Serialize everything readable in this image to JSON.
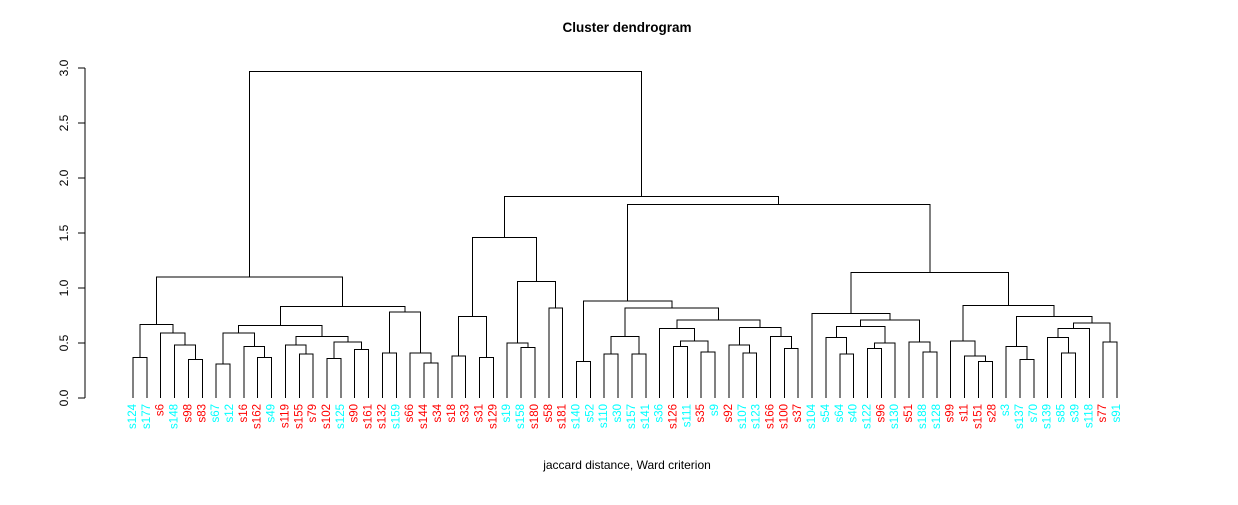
{
  "chart_data": {
    "type": "dendrogram",
    "title": "Cluster dendrogram",
    "subtitle": "jaccard distance, Ward criterion",
    "ylabel": "",
    "ylim": [
      0.0,
      3.0
    ],
    "yticks": [
      "0.0",
      "0.5",
      "1.0",
      "1.5",
      "2.0",
      "2.5",
      "3.0"
    ],
    "grid": "off",
    "line_color": "#000000",
    "leaf_colors": {
      "red": "#FF0000",
      "cyan": "#00FFFF"
    },
    "leaves": [
      {
        "label": "s124",
        "color": "cyan"
      },
      {
        "label": "s177",
        "color": "cyan"
      },
      {
        "label": "s6",
        "color": "red"
      },
      {
        "label": "s148",
        "color": "cyan"
      },
      {
        "label": "s98",
        "color": "red"
      },
      {
        "label": "s83",
        "color": "red"
      },
      {
        "label": "s67",
        "color": "cyan"
      },
      {
        "label": "s12",
        "color": "cyan"
      },
      {
        "label": "s16",
        "color": "red"
      },
      {
        "label": "s162",
        "color": "red"
      },
      {
        "label": "s49",
        "color": "cyan"
      },
      {
        "label": "s119",
        "color": "red"
      },
      {
        "label": "s155",
        "color": "red"
      },
      {
        "label": "s79",
        "color": "red"
      },
      {
        "label": "s102",
        "color": "red"
      },
      {
        "label": "s125",
        "color": "cyan"
      },
      {
        "label": "s90",
        "color": "red"
      },
      {
        "label": "s161",
        "color": "red"
      },
      {
        "label": "s132",
        "color": "red"
      },
      {
        "label": "s159",
        "color": "cyan"
      },
      {
        "label": "s66",
        "color": "red"
      },
      {
        "label": "s144",
        "color": "red"
      },
      {
        "label": "s34",
        "color": "red"
      },
      {
        "label": "s18",
        "color": "red"
      },
      {
        "label": "s33",
        "color": "red"
      },
      {
        "label": "s31",
        "color": "red"
      },
      {
        "label": "s129",
        "color": "red"
      },
      {
        "label": "s19",
        "color": "cyan"
      },
      {
        "label": "s158",
        "color": "cyan"
      },
      {
        "label": "s180",
        "color": "red"
      },
      {
        "label": "s58",
        "color": "red"
      },
      {
        "label": "s181",
        "color": "red"
      },
      {
        "label": "s140",
        "color": "cyan"
      },
      {
        "label": "s52",
        "color": "cyan"
      },
      {
        "label": "s110",
        "color": "cyan"
      },
      {
        "label": "s30",
        "color": "cyan"
      },
      {
        "label": "s157",
        "color": "cyan"
      },
      {
        "label": "s141",
        "color": "cyan"
      },
      {
        "label": "s36",
        "color": "cyan"
      },
      {
        "label": "s126",
        "color": "red"
      },
      {
        "label": "s111",
        "color": "cyan"
      },
      {
        "label": "s35",
        "color": "red"
      },
      {
        "label": "s9",
        "color": "cyan"
      },
      {
        "label": "s92",
        "color": "red"
      },
      {
        "label": "s107",
        "color": "cyan"
      },
      {
        "label": "s123",
        "color": "cyan"
      },
      {
        "label": "s166",
        "color": "red"
      },
      {
        "label": "s100",
        "color": "red"
      },
      {
        "label": "s37",
        "color": "red"
      },
      {
        "label": "s104",
        "color": "cyan"
      },
      {
        "label": "s54",
        "color": "cyan"
      },
      {
        "label": "s64",
        "color": "cyan"
      },
      {
        "label": "s40",
        "color": "cyan"
      },
      {
        "label": "s122",
        "color": "cyan"
      },
      {
        "label": "s96",
        "color": "red"
      },
      {
        "label": "s130",
        "color": "cyan"
      },
      {
        "label": "s51",
        "color": "red"
      },
      {
        "label": "s188",
        "color": "cyan"
      },
      {
        "label": "s128",
        "color": "cyan"
      },
      {
        "label": "s99",
        "color": "red"
      },
      {
        "label": "s11",
        "color": "red"
      },
      {
        "label": "s151",
        "color": "red"
      },
      {
        "label": "s28",
        "color": "red"
      },
      {
        "label": "s3",
        "color": "cyan"
      },
      {
        "label": "s137",
        "color": "cyan"
      },
      {
        "label": "s70",
        "color": "cyan"
      },
      {
        "label": "s139",
        "color": "cyan"
      },
      {
        "label": "s85",
        "color": "cyan"
      },
      {
        "label": "s39",
        "color": "cyan"
      },
      {
        "label": "s118",
        "color": "cyan"
      },
      {
        "label": "s77",
        "color": "red"
      },
      {
        "label": "s91",
        "color": "cyan"
      }
    ],
    "tree": {
      "h": 2.97,
      "c": [
        {
          "h": 1.1,
          "c": [
            {
              "h": 0.67,
              "c": [
                {
                  "h": 0.37,
                  "c": [
                    "s124",
                    "s177"
                  ]
                },
                {
                  "h": 0.59,
                  "c": [
                    "s6",
                    {
                      "h": 0.48,
                      "c": [
                        "s148",
                        {
                          "h": 0.35,
                          "c": [
                            "s98",
                            "s83"
                          ]
                        }
                      ]
                    }
                  ]
                }
              ]
            },
            {
              "h": 0.83,
              "c": [
                {
                  "h": 0.66,
                  "c": [
                    {
                      "h": 0.59,
                      "c": [
                        {
                          "h": 0.31,
                          "c": [
                            "s67",
                            "s12"
                          ]
                        },
                        {
                          "h": 0.47,
                          "c": [
                            "s16",
                            {
                              "h": 0.37,
                              "c": [
                                "s162",
                                "s49"
                              ]
                            }
                          ]
                        }
                      ]
                    },
                    {
                      "h": 0.56,
                      "c": [
                        {
                          "h": 0.48,
                          "c": [
                            "s119",
                            {
                              "h": 0.4,
                              "c": [
                                "s155",
                                "s79"
                              ]
                            }
                          ]
                        },
                        {
                          "h": 0.51,
                          "c": [
                            {
                              "h": 0.36,
                              "c": [
                                "s102",
                                "s125"
                              ]
                            },
                            {
                              "h": 0.44,
                              "c": [
                                "s90",
                                "s161"
                              ]
                            }
                          ]
                        }
                      ]
                    }
                  ]
                },
                {
                  "h": 0.78,
                  "c": [
                    {
                      "h": 0.41,
                      "c": [
                        "s132",
                        "s159"
                      ]
                    },
                    {
                      "h": 0.41,
                      "c": [
                        "s66",
                        {
                          "h": 0.32,
                          "c": [
                            "s144",
                            "s34"
                          ]
                        }
                      ]
                    }
                  ]
                }
              ]
            }
          ]
        },
        {
          "h": 1.83,
          "c": [
            {
              "h": 1.46,
              "c": [
                {
                  "h": 0.74,
                  "c": [
                    {
                      "h": 0.38,
                      "c": [
                        "s18",
                        "s33"
                      ]
                    },
                    {
                      "h": 0.37,
                      "c": [
                        "s31",
                        "s129"
                      ]
                    }
                  ]
                },
                {
                  "h": 1.06,
                  "c": [
                    {
                      "h": 0.5,
                      "c": [
                        "s19",
                        {
                          "h": 0.46,
                          "c": [
                            "s158",
                            "s180"
                          ]
                        }
                      ]
                    },
                    {
                      "h": 0.82,
                      "c": [
                        "s58",
                        "s181"
                      ]
                    }
                  ]
                }
              ]
            },
            {
              "h": 1.76,
              "c": [
                {
                  "h": 0.88,
                  "c": [
                    {
                      "h": 0.33,
                      "c": [
                        "s140",
                        "s52"
                      ]
                    },
                    {
                      "h": 0.82,
                      "c": [
                        {
                          "h": 0.56,
                          "c": [
                            {
                              "h": 0.4,
                              "c": [
                                "s110",
                                "s30"
                              ]
                            },
                            {
                              "h": 0.4,
                              "c": [
                                "s157",
                                "s141"
                              ]
                            }
                          ]
                        },
                        {
                          "h": 0.71,
                          "c": [
                            {
                              "h": 0.63,
                              "c": [
                                "s36",
                                {
                                  "h": 0.52,
                                  "c": [
                                    {
                                      "h": 0.47,
                                      "c": [
                                        "s126",
                                        "s111"
                                      ]
                                    },
                                    {
                                      "h": 0.42,
                                      "c": [
                                        "s35",
                                        "s9"
                                      ]
                                    }
                                  ]
                                }
                              ]
                            },
                            {
                              "h": 0.64,
                              "c": [
                                {
                                  "h": 0.48,
                                  "c": [
                                    "s92",
                                    {
                                      "h": 0.41,
                                      "c": [
                                        "s107",
                                        "s123"
                                      ]
                                    }
                                  ]
                                },
                                {
                                  "h": 0.56,
                                  "c": [
                                    "s166",
                                    {
                                      "h": 0.45,
                                      "c": [
                                        "s100",
                                        "s37"
                                      ]
                                    }
                                  ]
                                }
                              ]
                            }
                          ]
                        }
                      ]
                    }
                  ]
                },
                {
                  "h": 1.14,
                  "c": [
                    {
                      "h": 0.77,
                      "c": [
                        "s104",
                        {
                          "h": 0.71,
                          "c": [
                            {
                              "h": 0.65,
                              "c": [
                                {
                                  "h": 0.55,
                                  "c": [
                                    "s54",
                                    {
                                      "h": 0.4,
                                      "c": [
                                        "s64",
                                        "s40"
                                      ]
                                    }
                                  ]
                                },
                                {
                                  "h": 0.5,
                                  "c": [
                                    {
                                      "h": 0.45,
                                      "c": [
                                        "s122",
                                        "s96"
                                      ]
                                    },
                                    "s130"
                                  ]
                                }
                              ]
                            },
                            {
                              "h": 0.51,
                              "c": [
                                "s51",
                                {
                                  "h": 0.42,
                                  "c": [
                                    "s188",
                                    "s128"
                                  ]
                                }
                              ]
                            }
                          ]
                        }
                      ]
                    },
                    {
                      "h": 0.84,
                      "c": [
                        {
                          "h": 0.52,
                          "c": [
                            "s99",
                            {
                              "h": 0.38,
                              "c": [
                                "s11",
                                {
                                  "h": 0.33,
                                  "c": [
                                    "s151",
                                    "s28"
                                  ]
                                }
                              ]
                            }
                          ]
                        },
                        {
                          "h": 0.74,
                          "c": [
                            {
                              "h": 0.47,
                              "c": [
                                "s3",
                                {
                                  "h": 0.35,
                                  "c": [
                                    "s137",
                                    "s70"
                                  ]
                                }
                              ]
                            },
                            {
                              "h": 0.68,
                              "c": [
                                {
                                  "h": 0.63,
                                  "c": [
                                    {
                                      "h": 0.55,
                                      "c": [
                                        "s139",
                                        {
                                          "h": 0.41,
                                          "c": [
                                            "s85",
                                            "s39"
                                          ]
                                        }
                                      ]
                                    },
                                    "s118"
                                  ]
                                },
                                {
                                  "h": 0.51,
                                  "c": [
                                    "s77",
                                    "s91"
                                  ]
                                }
                              ]
                            }
                          ]
                        }
                      ]
                    }
                  ]
                }
              ]
            }
          ]
        }
      ]
    }
  }
}
